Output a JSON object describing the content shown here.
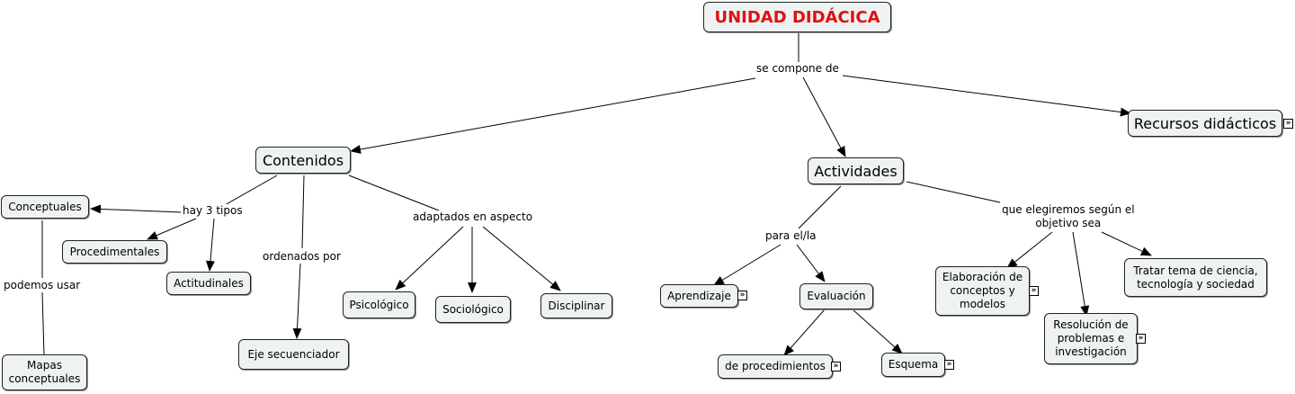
{
  "colors": {
    "title_text": "#e01010",
    "node_fill": "#eef2f3",
    "line": "#000000"
  },
  "nodes": {
    "unidad": "UNIDAD DIDÁCICA",
    "contenidos": "Contenidos",
    "actividades": "Actividades",
    "recursos": "Recursos didácticos",
    "conceptuales": "Conceptuales",
    "procedimentales": "Procedimentales",
    "actitudinales": "Actitudinales",
    "mapas": "Mapas\nconceptuales",
    "eje": "Eje secuenciador",
    "psicologico": "Psicológico",
    "sociologico": "Sociológico",
    "disciplinar": "Disciplinar",
    "aprendizaje": "Aprendizaje",
    "evaluacion": "Evaluación",
    "de_procedimientos": "de procedimientos",
    "esquema": "Esquema",
    "elaboracion": "Elaboración de\nconceptos y\nmodelos",
    "resolucion": "Resolución de\nproblemas e\ninvestigación",
    "tratar": "Tratar tema de ciencia,\ntecnología y sociedad"
  },
  "links": {
    "se_compone": "se compone de",
    "hay_3": "hay 3 tipos",
    "podemos": "podemos usar",
    "ordenados": "ordenados por",
    "adaptados": "adaptados en aspecto",
    "para": "para el/la",
    "que_eleg": "que elegiremos según el\nobjetivo sea"
  },
  "expand_icon": "double-chevron-right-icon"
}
